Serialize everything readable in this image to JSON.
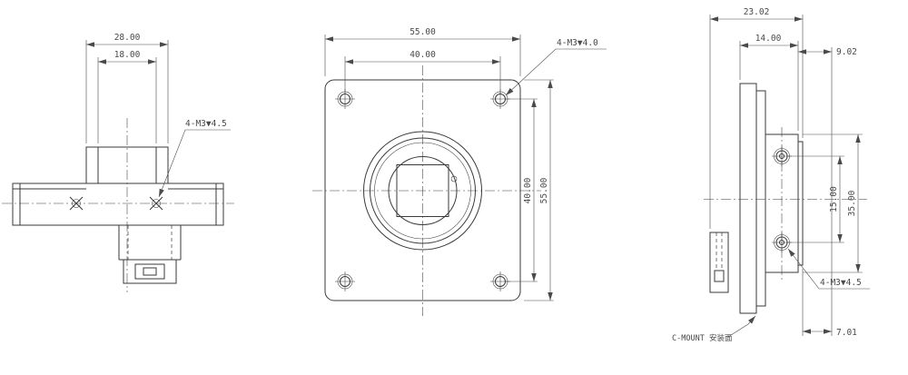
{
  "colors": {
    "line": "#3a3a3a",
    "text": "#4a4a4a",
    "background": "#ffffff"
  },
  "views": {
    "left": {
      "dim_outer_width": "28.00",
      "dim_inner_width": "18.00",
      "hole_callout": "4-M3▼4.5"
    },
    "front": {
      "dim_width_overall": "55.00",
      "dim_width_holes": "40.00",
      "dim_height_holes": "40.00",
      "dim_height_overall": "55.00",
      "hole_callout": "4-M3▼4.0"
    },
    "side": {
      "dim_depth_overall": "23.02",
      "dim_depth_body": "14.00",
      "dim_depth_front": "9.02",
      "dim_hole_spacing": "15.00",
      "dim_body_height": "35.00",
      "dim_flange_offset": "7.01",
      "hole_callout": "4-M3▼4.5",
      "mount_face_label": "C-MOUNT 安装面"
    }
  }
}
